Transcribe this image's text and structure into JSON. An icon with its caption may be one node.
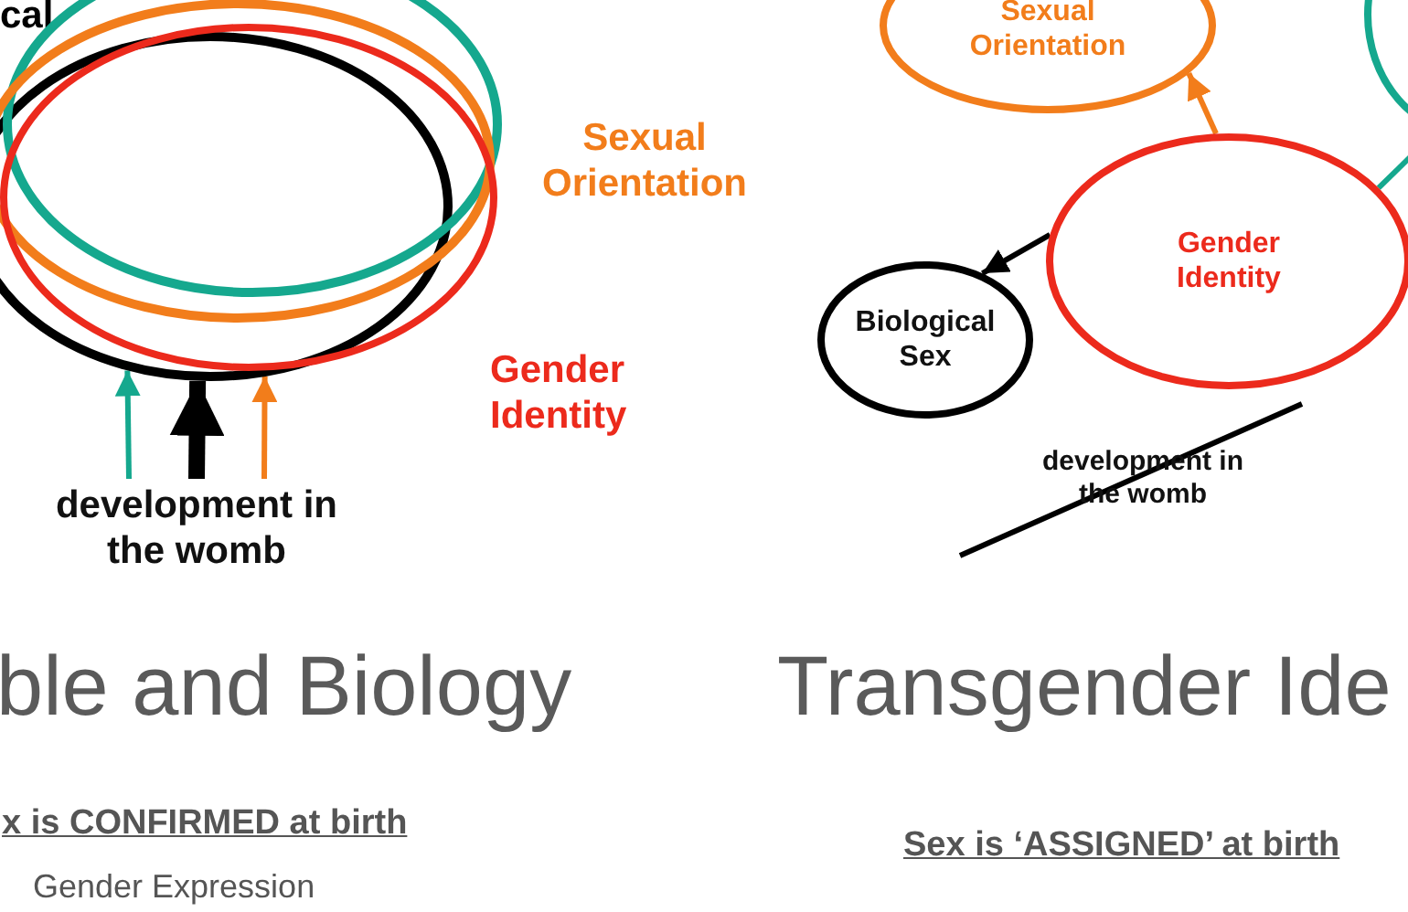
{
  "diagram": {
    "nodes": [
      {
        "text": [
          "cal"
        ]
      },
      {
        "text": [],
        "shape": "circle"
      },
      {
        "text": [
          "Sexual Orientation"
        ]
      },
      {
        "text": [
          "Gender Identity"
        ]
      },
      {
        "text": [
          "development in the womb"
        ]
      },
      {
        "text": [
          "Sexual Orientation"
        ]
      },
      {
        "text": [],
        "shape": "circle"
      },
      {
        "text": [
          "Gender Identity"
        ]
      },
      {
        "text": [
          "Biological Sex"
        ]
      }
    ],
    "edges": [
      {
        "from": 4,
        "to": 0,
        "arrow": "to",
        "color": "#15a88e"
      },
      {
        "from": 4,
        "to": 0,
        "arrow": "to",
        "style": "thick",
        "color": "#000000"
      },
      {
        "from": 4,
        "to": 0,
        "arrow": "to",
        "color": "#f27d1b"
      },
      {
        "from": 7,
        "to": 5,
        "arrow": "to",
        "color": "#f27d1b"
      },
      {
        "from": 7,
        "to": 8,
        "arrow": "to",
        "color": "#000000"
      },
      {
        "from": 7,
        "to": 6,
        "arrow": "none",
        "color": "#15a88e"
      }
    ],
    "labels": [
      "development in the womb",
      "ble and Biology",
      "Transgender Ide",
      "x is CONFIRMED at birth",
      "Sex is ‘ASSIGNED’ at birth",
      "Gender Expression"
    ]
  }
}
